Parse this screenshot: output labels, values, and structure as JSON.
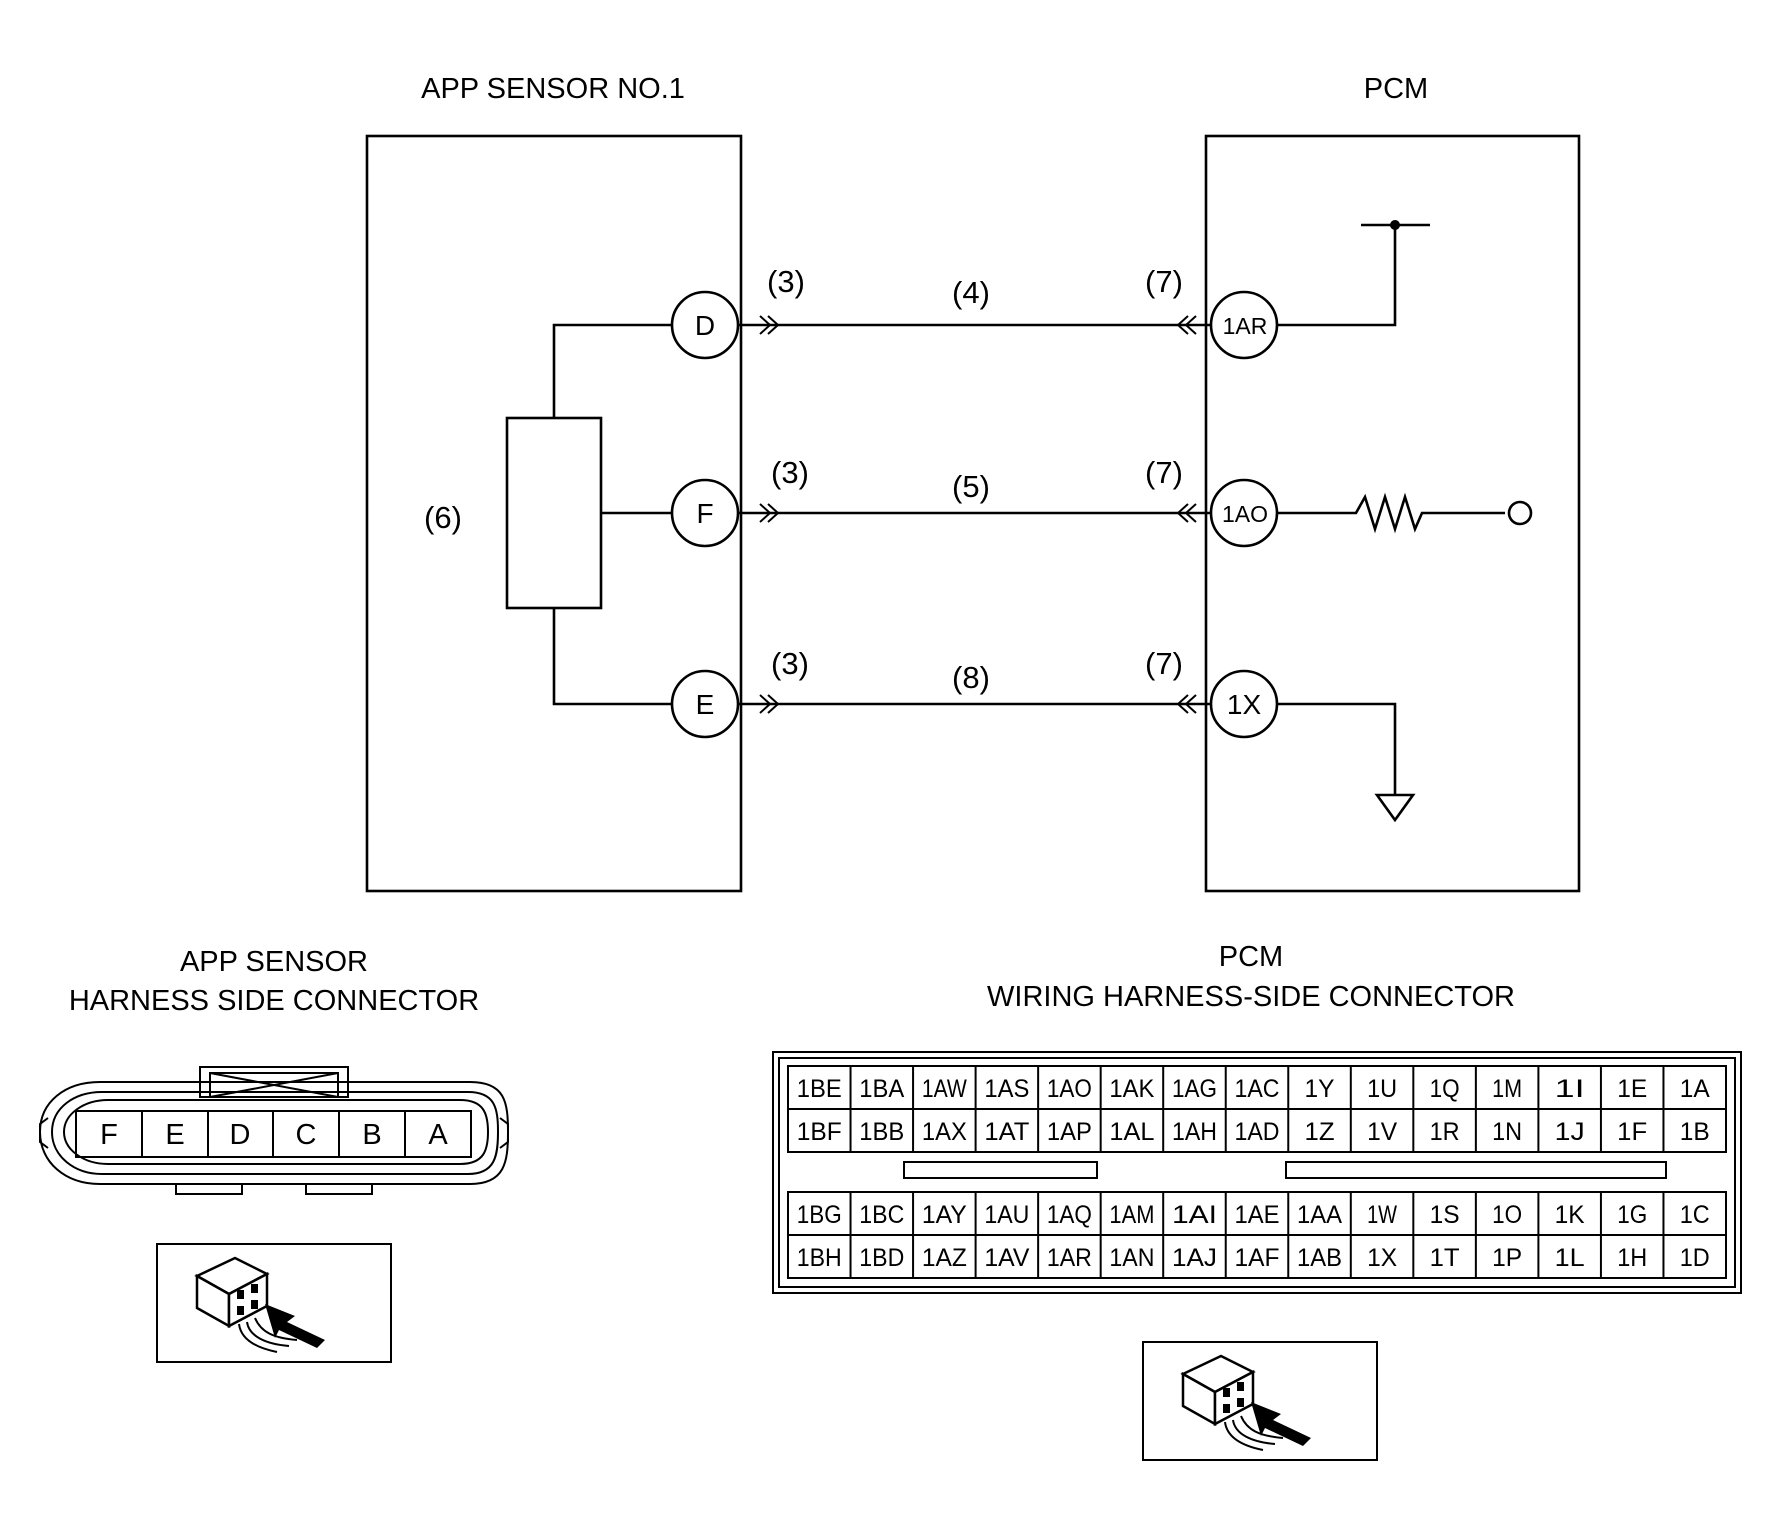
{
  "schematic": {
    "app_sensor_title": "APP SENSOR NO.1",
    "pcm_title": "PCM",
    "sensor_pins": [
      "D",
      "F",
      "E"
    ],
    "pcm_pins": [
      "1AR",
      "1AO",
      "1X"
    ],
    "sensor_callouts": [
      "3",
      "3",
      "3"
    ],
    "wire_callouts": [
      "4",
      "5",
      "8"
    ],
    "pcm_callouts": [
      "7",
      "7",
      "7"
    ],
    "sensor_body_callout": "6"
  },
  "app_connector": {
    "title_line1": "APP SENSOR",
    "title_line2": "HARNESS SIDE CONNECTOR",
    "pins": [
      "F",
      "E",
      "D",
      "C",
      "B",
      "A"
    ]
  },
  "pcm_connector": {
    "title_line1": "PCM",
    "title_line2": "WIRING HARNESS-SIDE CONNECTOR",
    "upper_rows": [
      [
        "1BE",
        "1BA",
        "1AW",
        "1AS",
        "1AO",
        "1AK",
        "1AG",
        "1AC",
        "1Y",
        "1U",
        "1Q",
        "1M",
        "1I",
        "1E",
        "1A"
      ],
      [
        "1BF",
        "1BB",
        "1AX",
        "1AT",
        "1AP",
        "1AL",
        "1AH",
        "1AD",
        "1Z",
        "1V",
        "1R",
        "1N",
        "1J",
        "1F",
        "1B"
      ]
    ],
    "lower_rows": [
      [
        "1BG",
        "1BC",
        "1AY",
        "1AU",
        "1AQ",
        "1AM",
        "1AI",
        "1AE",
        "1AA",
        "1W",
        "1S",
        "1O",
        "1K",
        "1G",
        "1C"
      ],
      [
        "1BH",
        "1BD",
        "1AZ",
        "1AV",
        "1AR",
        "1AN",
        "1AJ",
        "1AF",
        "1AB",
        "1X",
        "1T",
        "1P",
        "1L",
        "1H",
        "1D"
      ]
    ]
  },
  "icons": {
    "app_connector_view": "connector-view-icon",
    "pcm_connector_view": "connector-view-icon"
  }
}
